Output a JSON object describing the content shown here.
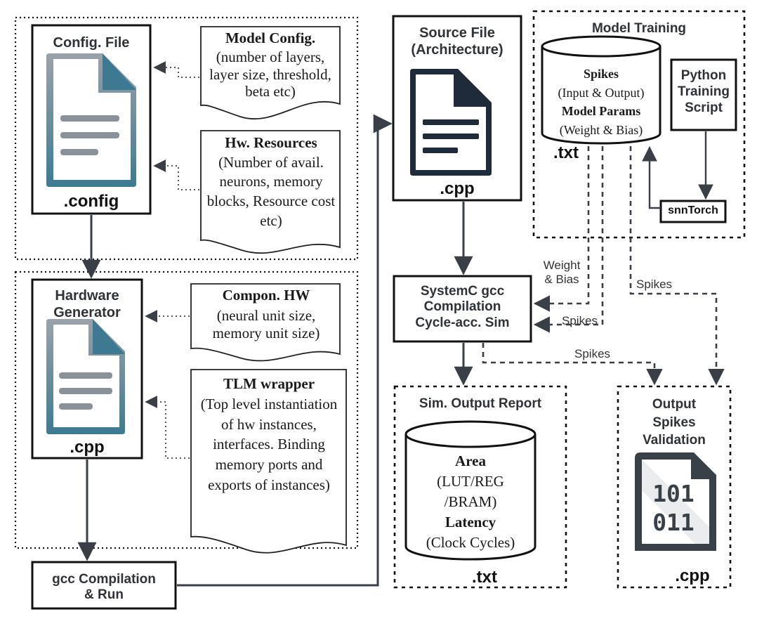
{
  "config_file": {
    "title": "Config. File",
    "ext": ".config",
    "model_config": {
      "title": "Model Config.",
      "body": "(number of layers, layer size, threshold, beta etc)"
    },
    "hw_resources": {
      "title": "Hw. Resources",
      "body": "(Number of avail. neurons, memory blocks, Resource cost etc)"
    }
  },
  "hardware_generator": {
    "title_line1": "Hardware",
    "title_line2": "Generator",
    "ext": ".cpp",
    "compon_hw": {
      "title": "Compon. HW",
      "body": "(neural unit size, memory unit size)"
    },
    "tlm_wrapper": {
      "title": "TLM wrapper",
      "body": "(Top level instantiation of hw instances, interfaces. Binding memory ports and exports of instances)"
    }
  },
  "gcc_compile": {
    "line1": "gcc Compilation",
    "line2": "& Run"
  },
  "source_file": {
    "title_line1": "Source File",
    "title_line2": "(Architecture)",
    "ext": ".cpp"
  },
  "systemc": {
    "line1": "SystemC gcc",
    "line2": "Compilation",
    "line3": "Cycle-acc. Sim"
  },
  "sim_output": {
    "title": "Sim. Output Report",
    "area": "Area",
    "area_detail1": "(LUT/REG",
    "area_detail2": "/BRAM)",
    "latency": "Latency",
    "latency_detail": "(Clock Cycles)",
    "ext": ".txt"
  },
  "model_training": {
    "title": "Model Training",
    "spikes": "Spikes",
    "spikes_detail": "(Input & Output)",
    "params": "Model Params",
    "params_detail": "(Weight & Bias)",
    "ext": ".txt",
    "script_line1": "Python",
    "script_line2": "Training",
    "script_line3": "Script",
    "snntorch": "snnTorch"
  },
  "output_validation": {
    "line1": "Output",
    "line2": "Spikes",
    "line3": "Validation",
    "ext": ".cpp",
    "bits1": "101",
    "bits2": "011"
  },
  "edge_labels": {
    "weight_bias_1": "Weight",
    "weight_bias_2": "& Bias",
    "spikes_a": "Spikes",
    "spikes_b": "Spikes",
    "spikes_c": "Spikes"
  },
  "colors": {
    "ink": "#1a1a1a",
    "doc_teal": "#3d7a91",
    "doc_grey": "#8a9199",
    "doc_navy": "#1f2a3a",
    "doc_bits": "#3a4048"
  }
}
